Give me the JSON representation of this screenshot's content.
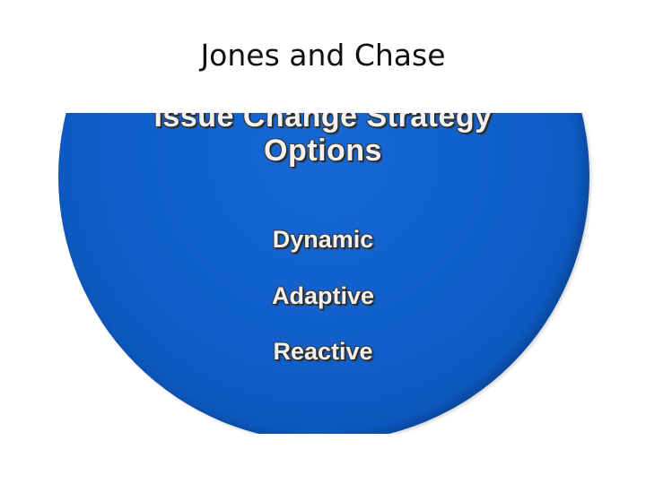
{
  "slide": {
    "title": "Jones and Chase"
  },
  "diagram": {
    "heading_line1": "Issue Change Strategy",
    "heading_line2": "Options",
    "options": [
      "Dynamic",
      "Adaptive",
      "Reactive"
    ],
    "colors": {
      "circle": "#0f5ec9",
      "text": "#f0f0f0",
      "text_shadow": "#2b2b2b"
    }
  }
}
